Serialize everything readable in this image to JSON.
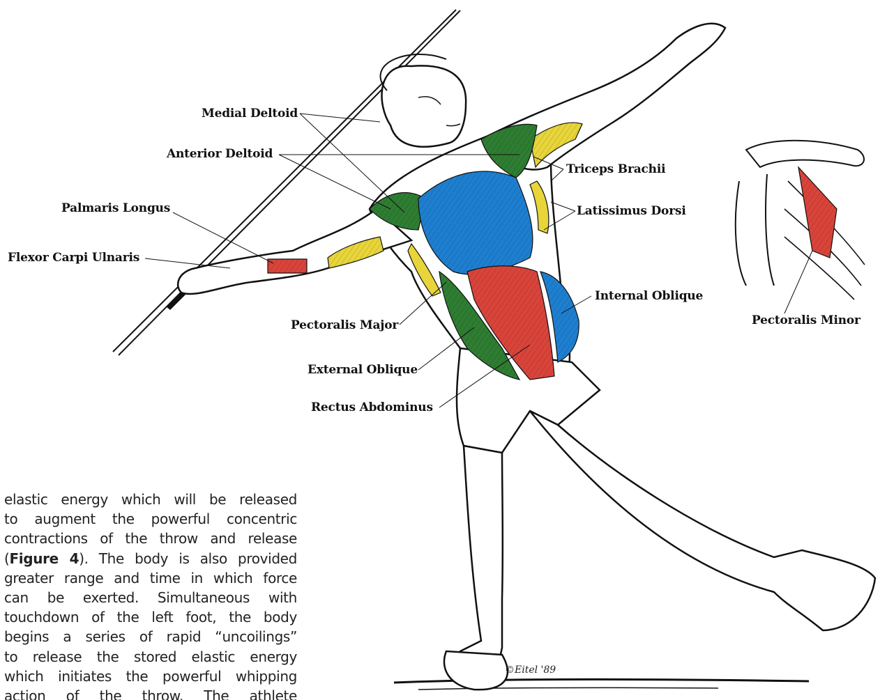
{
  "figure": {
    "labels": {
      "medial_deltoid": "Medial Deltoid",
      "anterior_deltoid": "Anterior Deltoid",
      "palmaris_longus": "Palmaris Longus",
      "flexor_carpi_ulnaris": "Flexor Carpi Ulnaris",
      "triceps_brachii": "Triceps Brachii",
      "latissimus_dorsi": "Latissimus Dorsi",
      "internal_oblique": "Internal Oblique",
      "pectoralis_major": "Pectoralis Major",
      "external_oblique": "External Oblique",
      "rectus_abdominus": "Rectus Abdominus",
      "pectoralis_minor": "Pectoralis Minor"
    },
    "signature": "©Eitel '89",
    "colors": {
      "deltoid_green": "#2e7d32",
      "pectoral_blue": "#1e7fd0",
      "triceps_yellow": "#e8d53a",
      "abdominal_red": "#d9443a",
      "outline": "#111111"
    }
  },
  "body_text": {
    "lines": [
      "elastic energy which will be released",
      "to augment the powerful concentric",
      "contractions of the throw and release",
      "(Figure 4). The body is also provided",
      "greater range and time in which force",
      "can be exerted. Simultaneous with",
      "touchdown of the left foot, the body",
      "begins a series of rapid “uncoilings”",
      "to release the stored elastic energy",
      "which initiates the powerful whipping",
      "action of the throw. The athlete"
    ],
    "bold_ref": "Figure 4"
  }
}
